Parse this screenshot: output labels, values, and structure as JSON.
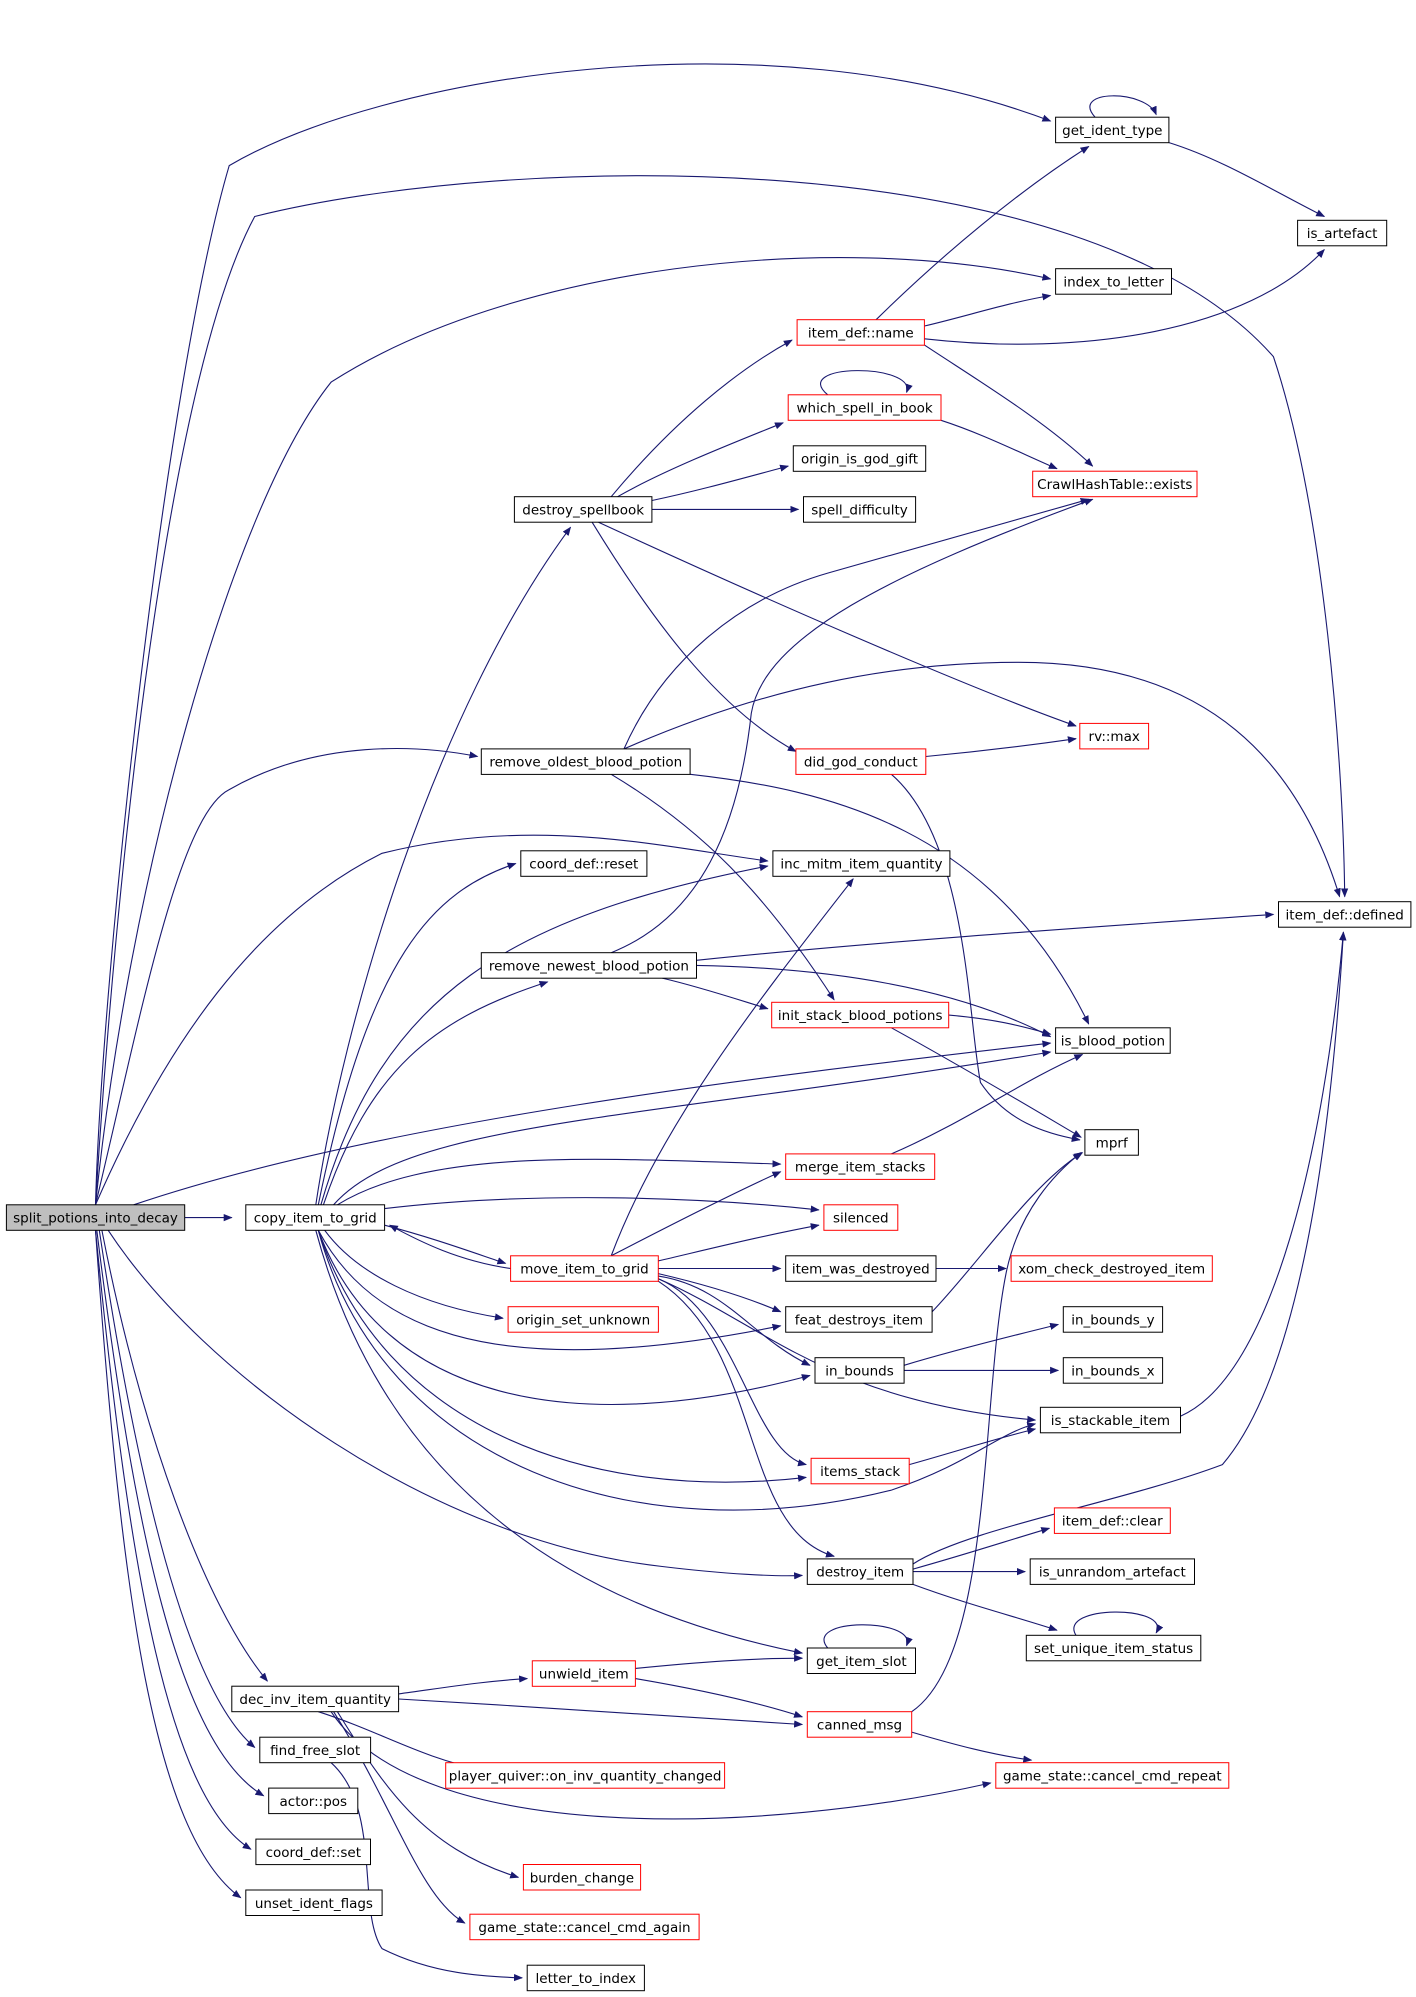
{
  "diagram": {
    "nodes": [
      {
        "id": "split",
        "label": "split_potions_into_decay",
        "style": "root"
      },
      {
        "id": "copy",
        "label": "copy_item_to_grid",
        "style": "black"
      },
      {
        "id": "get_ident",
        "label": "get_ident_type",
        "style": "black"
      },
      {
        "id": "is_artefact",
        "label": "is_artefact",
        "style": "black"
      },
      {
        "id": "index_to_letter",
        "label": "index_to_letter",
        "style": "black"
      },
      {
        "id": "item_name",
        "label": "item_def::name",
        "style": "red"
      },
      {
        "id": "which_spell",
        "label": "which_spell_in_book",
        "style": "red"
      },
      {
        "id": "origin_god",
        "label": "origin_is_god_gift",
        "style": "black"
      },
      {
        "id": "destroy_spellbook",
        "label": "destroy_spellbook",
        "style": "black"
      },
      {
        "id": "spell_diff",
        "label": "spell_difficulty",
        "style": "black"
      },
      {
        "id": "hash_exists",
        "label": "CrawlHashTable::exists",
        "style": "red"
      },
      {
        "id": "rv_max",
        "label": "rv::max",
        "style": "red"
      },
      {
        "id": "remove_oldest",
        "label": "remove_oldest_blood_potion",
        "style": "black"
      },
      {
        "id": "did_god",
        "label": "did_god_conduct",
        "style": "red"
      },
      {
        "id": "coord_reset",
        "label": "coord_def::reset",
        "style": "black"
      },
      {
        "id": "inc_mitm",
        "label": "inc_mitm_item_quantity",
        "style": "black"
      },
      {
        "id": "item_defined",
        "label": "item_def::defined",
        "style": "black"
      },
      {
        "id": "remove_newest",
        "label": "remove_newest_blood_potion",
        "style": "black"
      },
      {
        "id": "init_stack",
        "label": "init_stack_blood_potions",
        "style": "red"
      },
      {
        "id": "is_blood",
        "label": "is_blood_potion",
        "style": "black"
      },
      {
        "id": "mprf",
        "label": "mprf",
        "style": "black"
      },
      {
        "id": "merge",
        "label": "merge_item_stacks",
        "style": "red"
      },
      {
        "id": "silenced",
        "label": "silenced",
        "style": "red"
      },
      {
        "id": "move_item",
        "label": "move_item_to_grid",
        "style": "red"
      },
      {
        "id": "item_destroyed",
        "label": "item_was_destroyed",
        "style": "black"
      },
      {
        "id": "xom",
        "label": "xom_check_destroyed_item",
        "style": "red"
      },
      {
        "id": "origin_unknown",
        "label": "origin_set_unknown",
        "style": "red"
      },
      {
        "id": "feat_destroys",
        "label": "feat_destroys_item",
        "style": "black"
      },
      {
        "id": "in_bounds_y",
        "label": "in_bounds_y",
        "style": "black"
      },
      {
        "id": "in_bounds",
        "label": "in_bounds",
        "style": "black"
      },
      {
        "id": "in_bounds_x",
        "label": "in_bounds_x",
        "style": "black"
      },
      {
        "id": "stackable",
        "label": "is_stackable_item",
        "style": "black"
      },
      {
        "id": "items_stack",
        "label": "items_stack",
        "style": "red"
      },
      {
        "id": "item_clear",
        "label": "item_def::clear",
        "style": "red"
      },
      {
        "id": "destroy_item",
        "label": "destroy_item",
        "style": "black"
      },
      {
        "id": "unrandom",
        "label": "is_unrandom_artefact",
        "style": "black"
      },
      {
        "id": "get_slot",
        "label": "get_item_slot",
        "style": "black"
      },
      {
        "id": "set_unique",
        "label": "set_unique_item_status",
        "style": "black"
      },
      {
        "id": "dec_inv",
        "label": "dec_inv_item_quantity",
        "style": "black"
      },
      {
        "id": "unwield",
        "label": "unwield_item",
        "style": "red"
      },
      {
        "id": "canned",
        "label": "canned_msg",
        "style": "red"
      },
      {
        "id": "find_free",
        "label": "find_free_slot",
        "style": "black"
      },
      {
        "id": "quiver",
        "label": "player_quiver::on_inv_quantity_changed",
        "style": "red"
      },
      {
        "id": "cancel_repeat",
        "label": "game_state::cancel_cmd_repeat",
        "style": "red"
      },
      {
        "id": "actor_pos",
        "label": "actor::pos",
        "style": "black"
      },
      {
        "id": "coord_set",
        "label": "coord_def::set",
        "style": "black"
      },
      {
        "id": "burden",
        "label": "burden_change",
        "style": "red"
      },
      {
        "id": "unset_ident",
        "label": "unset_ident_flags",
        "style": "black"
      },
      {
        "id": "cancel_again",
        "label": "game_state::cancel_cmd_again",
        "style": "red"
      },
      {
        "id": "letter_to_index",
        "label": "letter_to_index",
        "style": "black"
      }
    ],
    "colors": {
      "edge": "#191970",
      "root_fill": "#bfbfbf",
      "node_border": "#000000",
      "highlight_border": "#ff0000",
      "node_fill": "#ffffff"
    }
  }
}
